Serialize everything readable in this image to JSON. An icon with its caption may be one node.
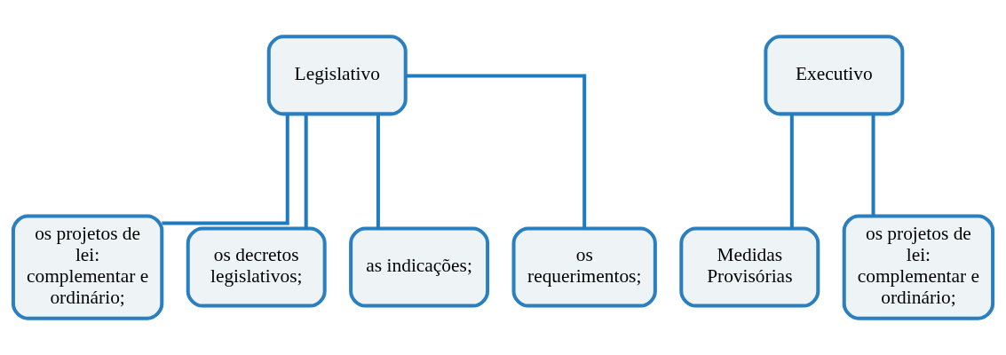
{
  "diagram": {
    "nodes": [
      {
        "text": [
          "Legislativo"
        ]
      },
      {
        "text": [
          "Executivo"
        ]
      },
      {
        "text": [
          "os projetos de lei: complementar e ordinário;"
        ]
      },
      {
        "text": [
          "os decretos legislativos;"
        ]
      },
      {
        "text": [
          "as indicações;"
        ]
      },
      {
        "text": [
          "os requerimentos;"
        ]
      },
      {
        "text": [
          "Medidas Provisórias"
        ]
      },
      {
        "text": [
          "os projetos de lei: complementar e ordinário;"
        ]
      }
    ],
    "edges": [
      {
        "from": 0,
        "to": 2,
        "arrow": "none"
      },
      {
        "from": 0,
        "to": 3,
        "arrow": "none"
      },
      {
        "from": 0,
        "to": 4,
        "arrow": "none"
      },
      {
        "from": 0,
        "to": 5,
        "arrow": "none"
      },
      {
        "from": 1,
        "to": 6,
        "arrow": "none"
      },
      {
        "from": 1,
        "to": 7,
        "arrow": "none"
      }
    ]
  }
}
